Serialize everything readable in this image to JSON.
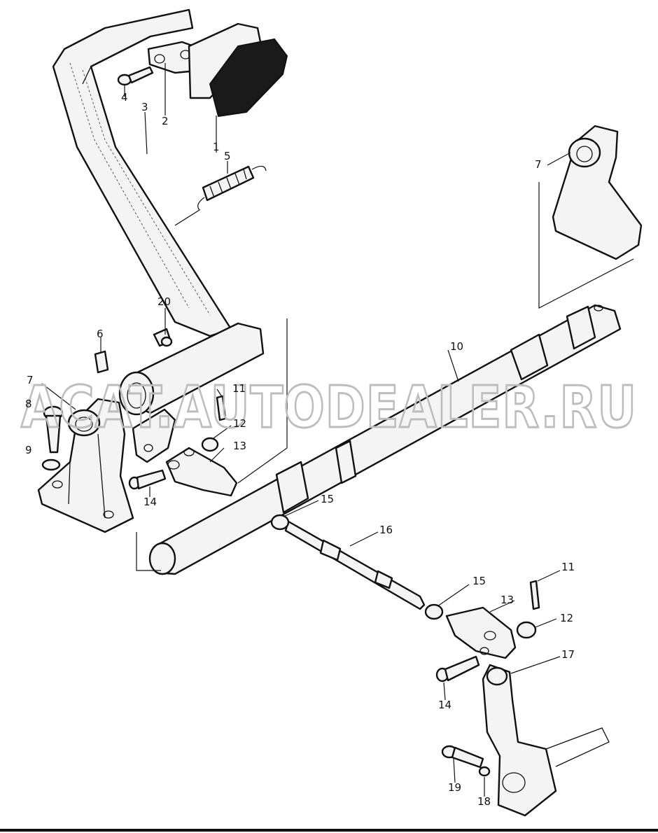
{
  "watermark": "ACAT.AUTODEALER.RU",
  "callouts": {
    "c1": "1",
    "c2": "2",
    "c3": "3",
    "c4": "4",
    "c5": "5",
    "c6": "6",
    "c7a": "7",
    "c7b": "7",
    "c8": "8",
    "c9": "9",
    "c10": "10",
    "c11a": "11",
    "c11b": "11",
    "c12a": "12",
    "c12b": "12",
    "c13a": "13",
    "c13b": "13",
    "c14a": "14",
    "c14b": "14",
    "c15a": "15",
    "c15b": "15",
    "c16": "16",
    "c17": "17",
    "c18": "18",
    "c19": "19",
    "c20": "20"
  }
}
